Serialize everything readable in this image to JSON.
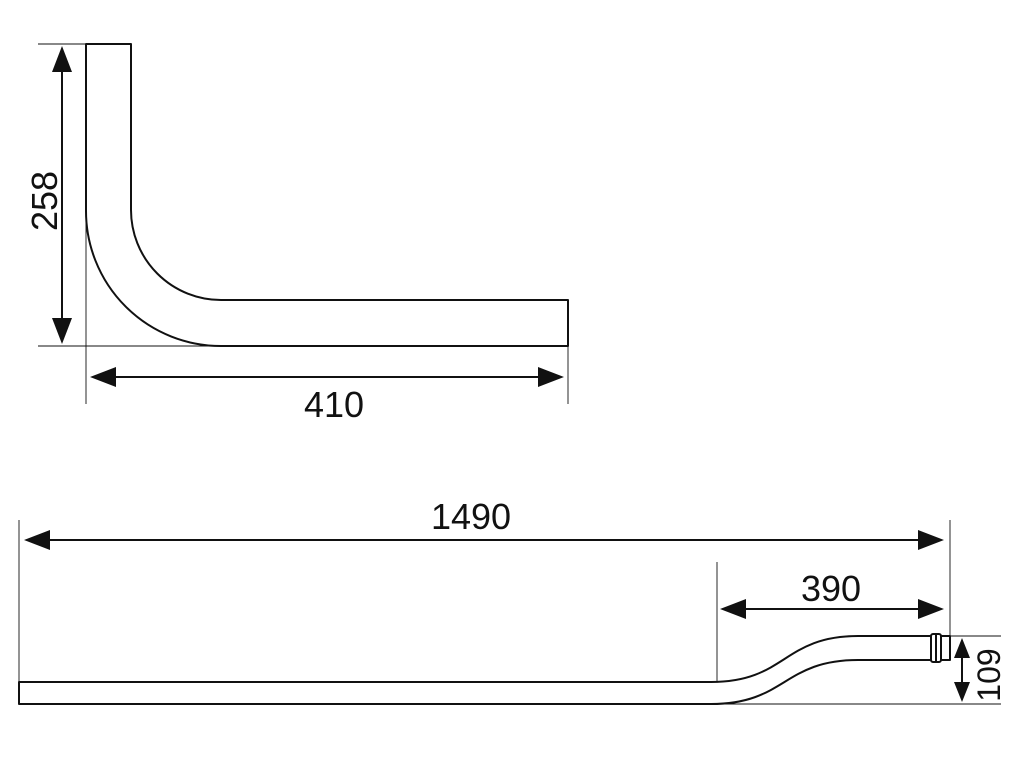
{
  "colors": {
    "line": "#111111",
    "background": "#ffffff"
  },
  "dimensions": {
    "elbow_height": "258",
    "elbow_width": "410",
    "overall_length": "1490",
    "offset_length": "390",
    "offset_rise": "109"
  }
}
